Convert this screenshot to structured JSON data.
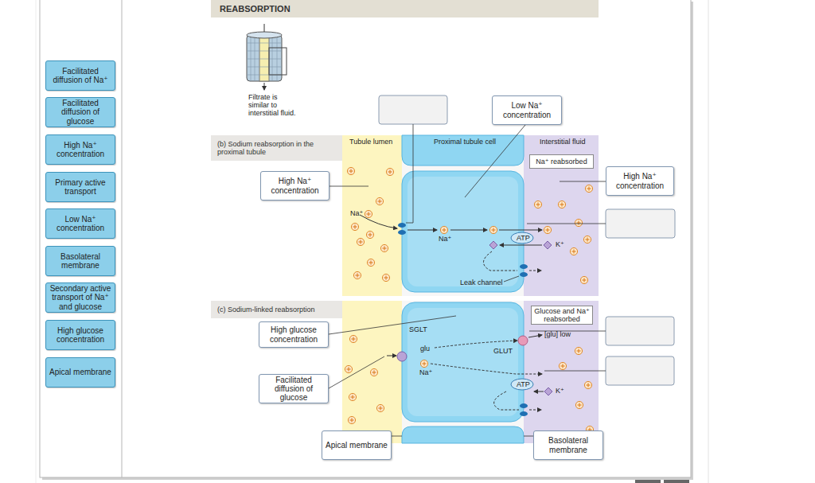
{
  "diagram": {
    "nodes": [
      {
        "text": [
          "Facilitated diffusion of Na⁺"
        ]
      },
      {
        "text": [
          "Facilitated diffusion of glucose"
        ]
      },
      {
        "text": [
          "High Na⁺ concentration"
        ]
      },
      {
        "text": [
          "Primary active transport"
        ]
      },
      {
        "text": [
          "Low Na⁺ concentration"
        ]
      },
      {
        "text": [
          "Basolateral membrane"
        ]
      },
      {
        "text": [
          "Secondary active transport of Na⁺ and glucose"
        ]
      },
      {
        "text": [
          "High glucose concentration"
        ]
      },
      {
        "text": [
          "Apical membrane"
        ]
      },
      {
        "text": [
          "REABSORPTION"
        ]
      },
      {
        "text": [
          "Low Na⁺ concentration"
        ]
      },
      {
        "text": [
          "(b) Sodium reabsorption in the proximal tubule"
        ]
      },
      {
        "text": [
          "Na⁺ reabsorbed"
        ]
      },
      {
        "text": [
          "High Na⁺ concentration"
        ]
      },
      {
        "text": [
          "High Na⁺ concentration"
        ]
      },
      {
        "text": [
          "(c) Sodium-linked reabsorption"
        ]
      },
      {
        "text": [
          "Glucose and Na⁺ reabsorbed"
        ]
      },
      {
        "text": [
          "High glucose concentration"
        ]
      },
      {
        "text": [
          "Facilitated diffusion of glucose"
        ]
      },
      {
        "text": [
          "Apical membrane"
        ]
      },
      {
        "text": [
          "Basolateral membrane"
        ]
      }
    ],
    "labels": [
      "Filtrate is similar to interstitial fluid.",
      "Tubule lumen",
      "Proximal tubule cell",
      "Interstitial fluid",
      "Na⁺",
      "Na⁺",
      "ATP",
      "K⁺",
      "Leak channel",
      "SGLT",
      "glu",
      "Na⁺",
      "GLUT",
      "[glu] low",
      "ATP",
      "K⁺"
    ]
  }
}
